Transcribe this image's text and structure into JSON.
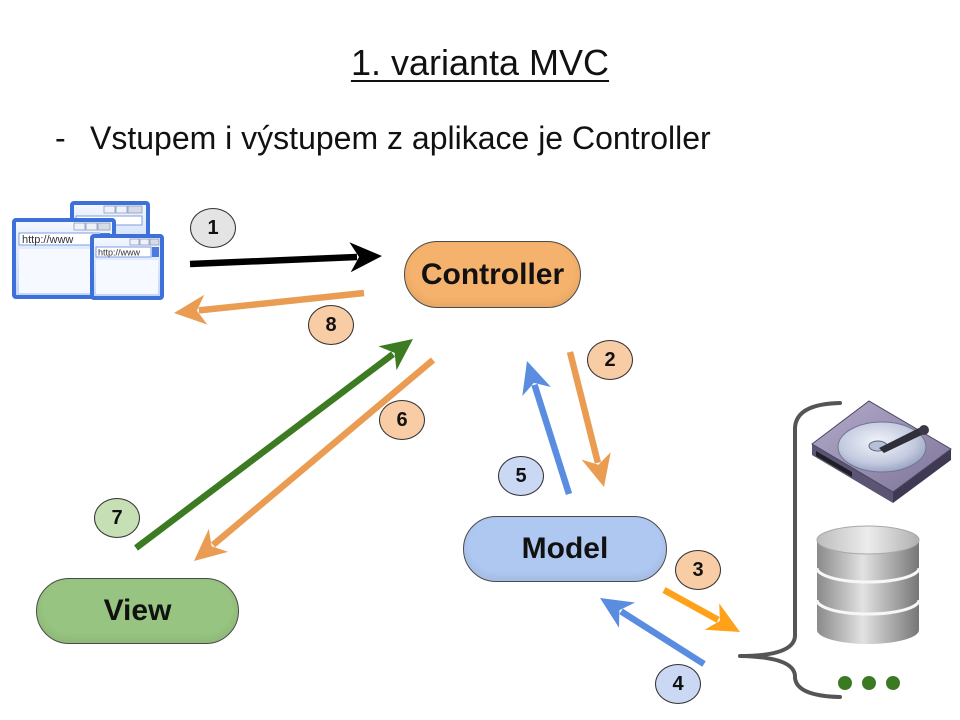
{
  "title": "1. varianta MVC",
  "bullet": {
    "marker": "-",
    "text": "Vstupem i výstupem z aplikace je Controller"
  },
  "diagram": {
    "nodes": {
      "browser": {
        "icon": "browser-windows-icon",
        "address_text": "http://www"
      },
      "controller": {
        "label": "Controller",
        "fill": "#f5b26c"
      },
      "model": {
        "label": "Model",
        "fill": "#afc8f1"
      },
      "view": {
        "label": "View",
        "fill": "#97c480"
      },
      "storage": {
        "icons": [
          "hard-drive-icon",
          "database-icon",
          "more-dots-icon"
        ],
        "bracket_color": "#555555",
        "dots_color": "#3b7a22"
      }
    },
    "edges": [
      {
        "step": "1",
        "from": "browser",
        "to": "controller",
        "color": "#000000",
        "badge_color": "#e4e4e4"
      },
      {
        "step": "2",
        "from": "controller",
        "to": "model",
        "color": "#e99c52",
        "badge_color": "#f8cda6"
      },
      {
        "step": "3",
        "from": "model",
        "to": "storage",
        "color": "#ffa21a",
        "badge_color": "#f8cda6"
      },
      {
        "step": "4",
        "from": "storage",
        "to": "model",
        "color": "#5a8de0",
        "badge_color": "#cad8f3"
      },
      {
        "step": "5",
        "from": "model",
        "to": "controller",
        "color": "#5a8de0",
        "badge_color": "#cad8f3"
      },
      {
        "step": "6",
        "from": "controller",
        "to": "view",
        "color": "#e99c52",
        "badge_color": "#f8cda6"
      },
      {
        "step": "7",
        "from": "view",
        "to": "controller",
        "color": "#3c7b22",
        "badge_color": "#c6dfb4"
      },
      {
        "step": "8",
        "from": "controller",
        "to": "browser",
        "color": "#e99c52",
        "badge_color": "#f8cda6"
      }
    ]
  }
}
